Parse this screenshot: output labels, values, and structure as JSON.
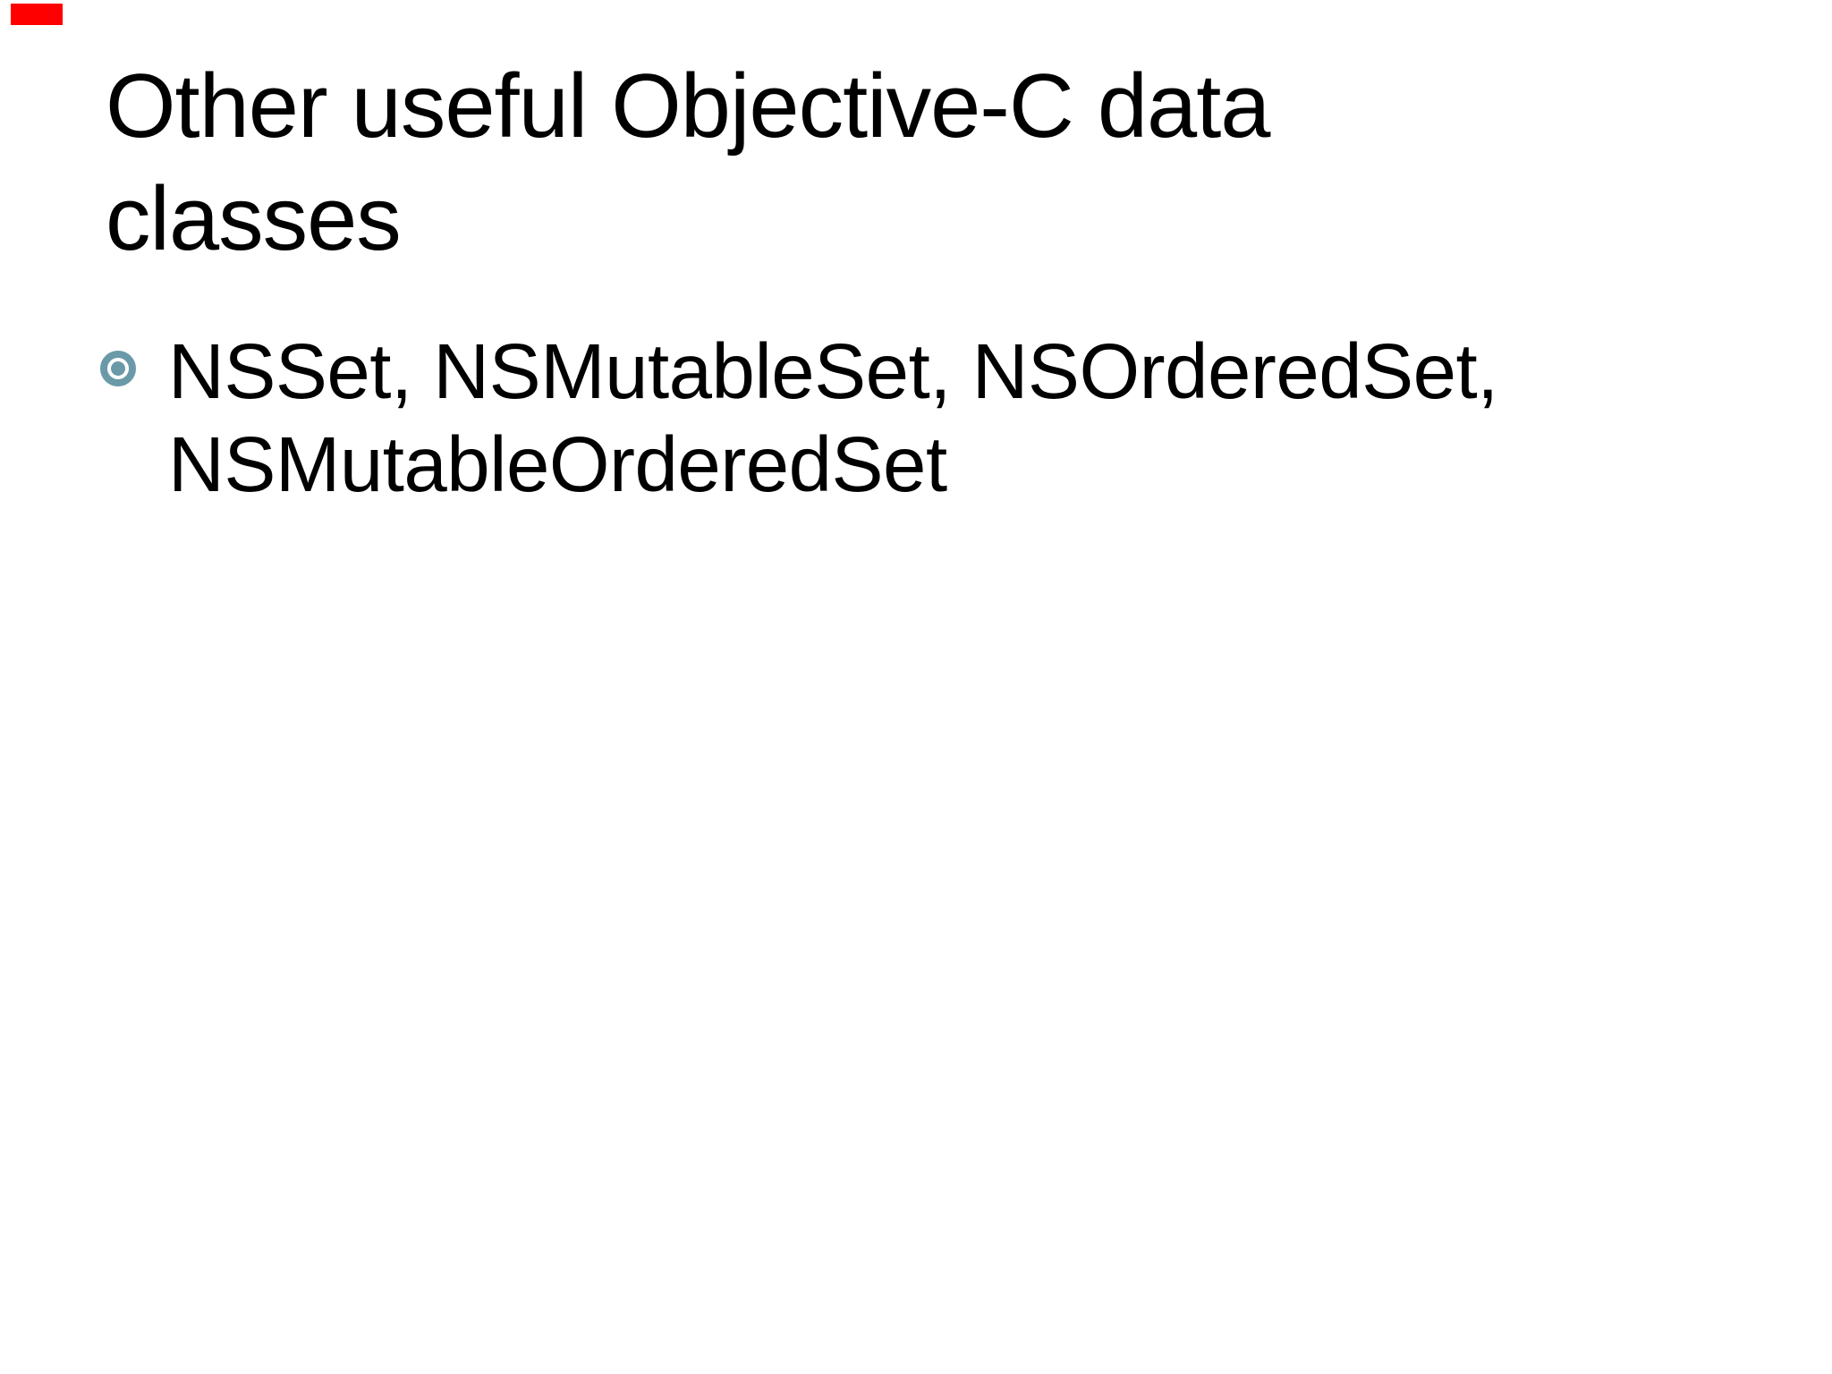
{
  "slide": {
    "background_color": "#ffffff",
    "text_color": "#000000",
    "marker": {
      "color": "#ff0000"
    },
    "title": {
      "lines": [
        "Other useful Objective-C data",
        "classes"
      ]
    },
    "bullets": [
      {
        "icon": "radio-bullet-icon",
        "icon_color": "#6a9aa8",
        "lines": [
          "NSSet, NSMutableSet, NSOrderedSet,",
          "NSMutableOrderedSet"
        ]
      }
    ]
  }
}
